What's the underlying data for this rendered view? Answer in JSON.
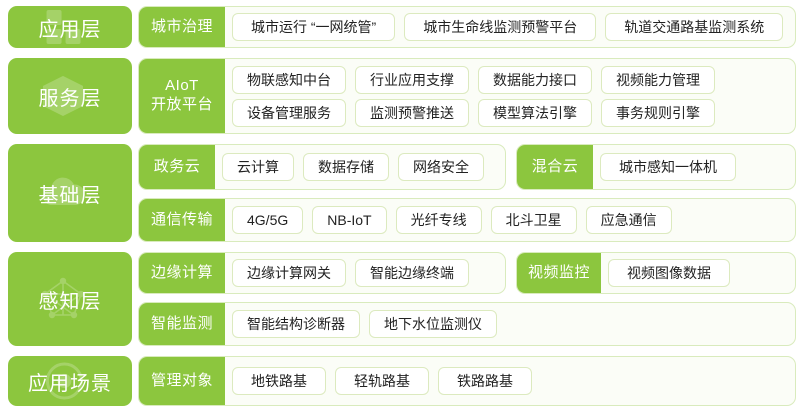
{
  "colors": {
    "green": "#8cc63e",
    "panel_bg": "#fbfdf7",
    "panel_border": "#d9ebbd",
    "chip_border": "#dceabf",
    "chip_bg": "#ffffff",
    "text": "#222222",
    "white": "#ffffff"
  },
  "layers": [
    {
      "label": "应用层",
      "icon": "blocks-grid-icon"
    },
    {
      "label": "服务层",
      "icon": "cube-box-icon"
    },
    {
      "label": "基础层",
      "icon": "cloud-icon"
    },
    {
      "label": "感知层",
      "icon": "network-nodes-icon"
    },
    {
      "label": "应用场景",
      "icon": "circle-target-icon"
    }
  ],
  "panels": {
    "chengshizhili": {
      "category": "城市治理",
      "rows": [
        [
          "城市运行 “一网统管”",
          "城市生命线监测预警平台",
          "轨道交通路基监测系统"
        ]
      ]
    },
    "aiot": {
      "category_line1": "AIoT",
      "category_line2": "开放平台",
      "rows": [
        [
          "物联感知中台",
          "行业应用支撑",
          "数据能力接口",
          "视频能力管理"
        ],
        [
          "设备管理服务",
          "监测预警推送",
          "模型算法引擎",
          "事务规则引擎"
        ]
      ]
    },
    "zhengwuyun": {
      "category": "政务云",
      "rows": [
        [
          "云计算",
          "数据存储",
          "网络安全"
        ]
      ]
    },
    "hunheyun": {
      "category": "混合云",
      "rows": [
        [
          "城市感知一体机"
        ]
      ]
    },
    "tongxin": {
      "category": "通信传输",
      "rows": [
        [
          "4G/5G",
          "NB-IoT",
          "光纤专线",
          "北斗卫星",
          "应急通信"
        ]
      ]
    },
    "bianyuan": {
      "category": "边缘计算",
      "rows": [
        [
          "边缘计算网关",
          "智能边缘终端"
        ]
      ]
    },
    "shipin": {
      "category": "视频监控",
      "rows": [
        [
          "视频图像数据"
        ]
      ]
    },
    "zhinengjc": {
      "category": "智能监测",
      "rows": [
        [
          "智能结构诊断器",
          "地下水位监测仪"
        ]
      ]
    },
    "guanli": {
      "category": "管理对象",
      "rows": [
        [
          "地铁路基",
          "轻轨路基",
          "铁路路基"
        ]
      ]
    }
  }
}
